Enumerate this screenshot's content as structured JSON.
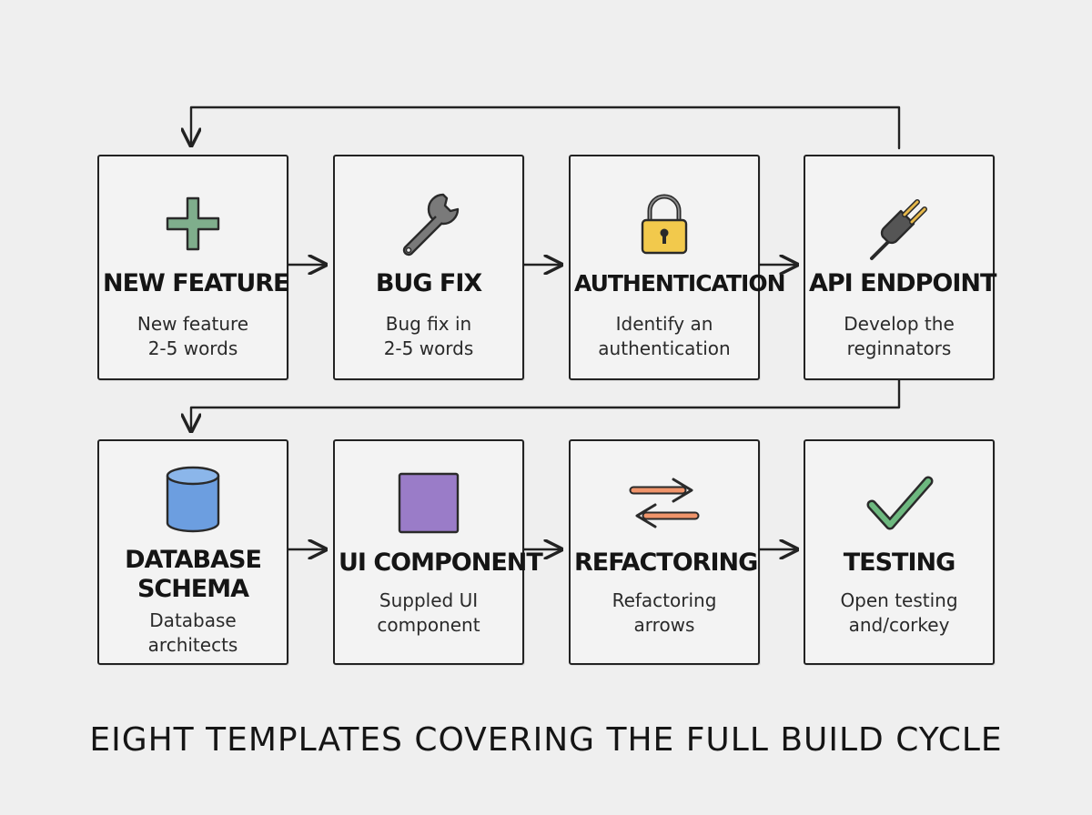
{
  "cards": [
    {
      "id": "new-feature",
      "title": "NEW FEATURE",
      "desc": "New feature\n2-5 words",
      "icon": "plus-icon",
      "color": "#7fae8c"
    },
    {
      "id": "bug-fix",
      "title": "BUG FIX",
      "desc": "Bug fix in\n2-5 words",
      "icon": "wrench-icon",
      "color": "#7a7a7a"
    },
    {
      "id": "authentication",
      "title": "AUTHENTICATION",
      "desc": "Identify an\nauthentication",
      "icon": "lock-icon",
      "color": "#f2c94c"
    },
    {
      "id": "api-endpoint",
      "title": "API ENDPOINT",
      "desc": "Develop the\nreginnators",
      "icon": "plug-icon",
      "color": "#555555"
    },
    {
      "id": "database-schema",
      "title": "DATABASE SCHEMA",
      "desc": "Database\narchitects",
      "icon": "database-icon",
      "color": "#6c9ee0"
    },
    {
      "id": "ui-component",
      "title": "UI COMPONENT",
      "desc": "Suppled UI\ncomponent",
      "icon": "square-icon",
      "color": "#9a7cc8"
    },
    {
      "id": "refactoring",
      "title": "REFACTORING",
      "desc": "Refactoring\narrows",
      "icon": "swap-arrows-icon",
      "color": "#f0946a"
    },
    {
      "id": "testing",
      "title": "TESTING",
      "desc": "Open testing\nand/corkey",
      "icon": "checkmark-icon",
      "color": "#6db87f"
    }
  ],
  "caption": "EIGHT TEMPLATES COVERING THE FULL BUILD CYCLE"
}
